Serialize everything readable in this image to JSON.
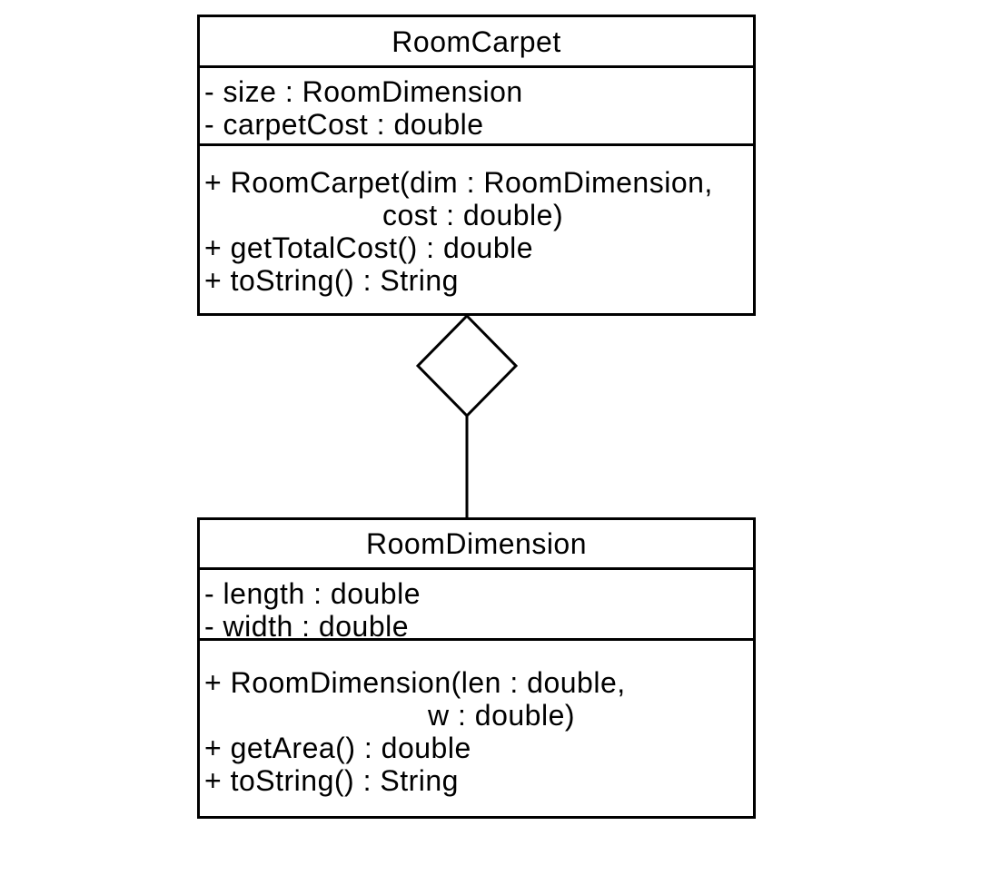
{
  "diagram": {
    "type": "uml-class-diagram",
    "classes": [
      {
        "name": "RoomCarpet",
        "attributes": [
          "- size : RoomDimension",
          "- carpetCost : double"
        ],
        "methods": [
          {
            "lines": [
              "+ RoomCarpet(dim : RoomDimension,",
              "cost : double)"
            ]
          },
          {
            "lines": [
              "+ getTotalCost() : double"
            ]
          },
          {
            "lines": [
              "+ toString() : String"
            ]
          }
        ]
      },
      {
        "name": "RoomDimension",
        "attributes": [
          "- length : double",
          "- width : double"
        ],
        "methods": [
          {
            "lines": [
              "+ RoomDimension(len : double,",
              "w : double)"
            ]
          },
          {
            "lines": [
              "+ getArea() : double"
            ]
          },
          {
            "lines": [
              "+ toString() : String"
            ]
          }
        ]
      }
    ],
    "relationship": {
      "type": "aggregation",
      "owner": "RoomCarpet",
      "part": "RoomDimension",
      "marker": "hollow-diamond"
    },
    "colors": {
      "stroke": "#000000",
      "fill": "#ffffff",
      "text": "#000000",
      "background": "#ffffff"
    }
  }
}
